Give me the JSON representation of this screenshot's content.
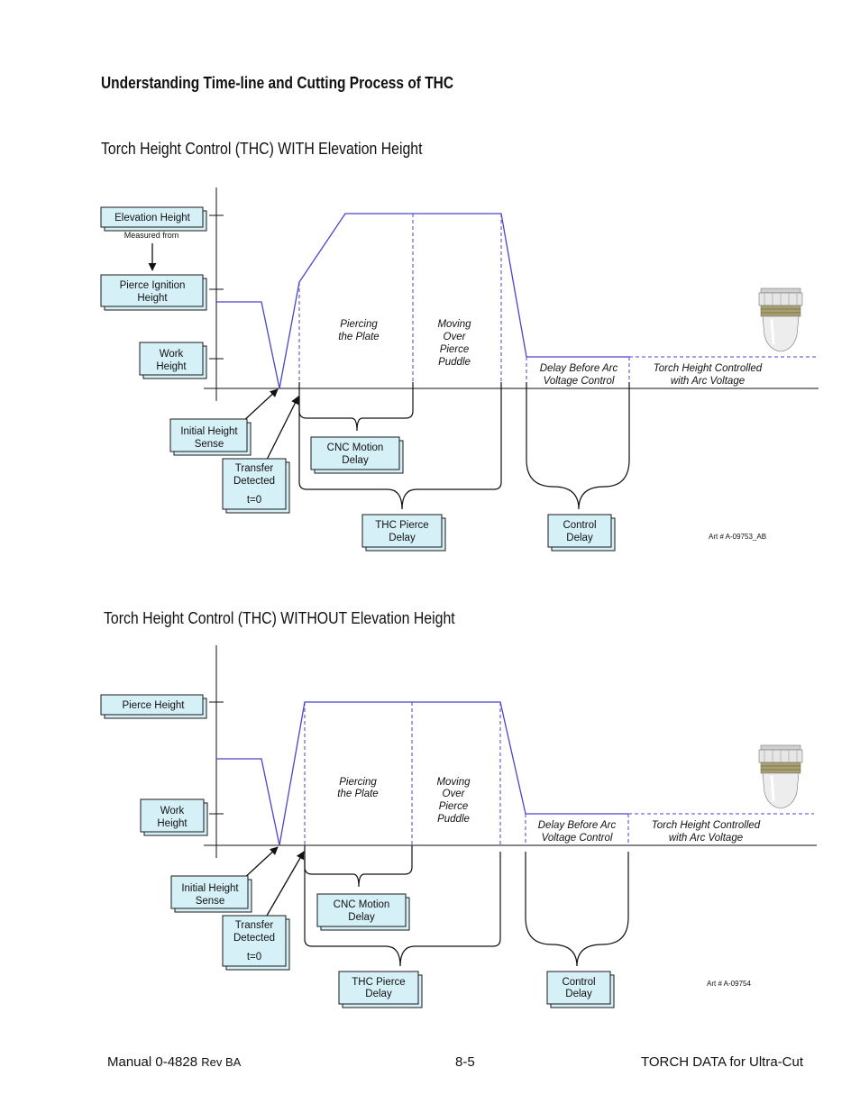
{
  "heading": "Understanding Time-line and Cutting Process of THC",
  "diagram1": {
    "title": "Torch Height Control (THC) WITH Elevation Height",
    "boxes": {
      "elevation": "Elevation Height",
      "measured_from": "Measured from",
      "pierce_ignition_1": "Pierce Ignition",
      "pierce_ignition_2": "Height",
      "work_1": "Work",
      "work_2": "Height",
      "initial_1": "Initial Height",
      "initial_2": "Sense",
      "transfer_1": "Transfer",
      "transfer_2": "Detected",
      "transfer_3": "t=0",
      "cnc_1": "CNC Motion",
      "cnc_2": "Delay",
      "thc_1": "THC Pierce",
      "thc_2": "Delay",
      "control_1": "Control",
      "control_2": "Delay"
    },
    "phases": {
      "piercing_1": "Piercing",
      "piercing_2": "the Plate",
      "moving_1": "Moving",
      "moving_2": "Over",
      "moving_3": "Pierce",
      "moving_4": "Puddle",
      "delay_1": "Delay Before Arc",
      "delay_2": "Voltage Control",
      "torch_1": "Torch Height  Controlled",
      "torch_2": "with Arc Voltage"
    },
    "art": "Art # A-09753_AB"
  },
  "diagram2": {
    "title": "Torch Height Control (THC) WITHOUT Elevation Height",
    "boxes": {
      "pierce": "Pierce Height",
      "work_1": "Work",
      "work_2": "Height",
      "initial_1": "Initial Height",
      "initial_2": "Sense",
      "transfer_1": "Transfer",
      "transfer_2": "Detected",
      "transfer_3": "t=0",
      "cnc_1": "CNC Motion",
      "cnc_2": "Delay",
      "thc_1": "THC Pierce",
      "thc_2": "Delay",
      "control_1": "Control",
      "control_2": "Delay"
    },
    "phases": {
      "piercing_1": "Piercing",
      "piercing_2": "the Plate",
      "moving_1": "Moving",
      "moving_2": "Over",
      "moving_3": "Pierce",
      "moving_4": "Puddle",
      "delay_1": "Delay Before Arc",
      "delay_2": "Voltage Control",
      "torch_1": "Torch Height  Controlled",
      "torch_2": "with Arc Voltage"
    },
    "art": "Art # A-09754"
  },
  "footer": {
    "manual": "Manual 0-4828",
    "rev": "Rev BA",
    "page": "8-5",
    "section": "TORCH  DATA for Ultra-Cut"
  },
  "colors": {
    "profile_line": "#4a44c9",
    "box_fill": "#d6f0f7"
  }
}
